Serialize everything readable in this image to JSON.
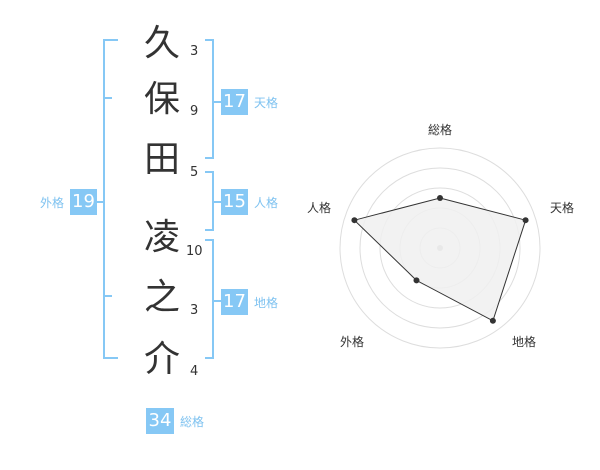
{
  "name": {
    "characters": [
      {
        "char": "久",
        "strokes": "3"
      },
      {
        "char": "保",
        "strokes": "9"
      },
      {
        "char": "田",
        "strokes": "5"
      },
      {
        "char": "凌",
        "strokes": "10"
      },
      {
        "char": "之",
        "strokes": "3"
      },
      {
        "char": "介",
        "strokes": "4"
      }
    ]
  },
  "fortunes": {
    "tenkaku": {
      "label": "天格",
      "value": "17"
    },
    "jinkaku": {
      "label": "人格",
      "value": "15"
    },
    "chikaku": {
      "label": "地格",
      "value": "17"
    },
    "gaikaku": {
      "label": "外格",
      "value": "19"
    },
    "soukaku": {
      "label": "総格",
      "value": "34"
    }
  },
  "radar": {
    "axes": [
      "総格",
      "天格",
      "地格",
      "外格",
      "人格"
    ],
    "levels": 5,
    "values": [
      0.5,
      0.9,
      0.9,
      0.4,
      0.9
    ],
    "colors": {
      "fill": "#f0f0f0",
      "line": "#333333",
      "grid": "#dddddd",
      "point": "#333333",
      "center": "#bbbbbb"
    }
  },
  "colors": {
    "accent": "#86c8f5",
    "bracket": "#86c8f5",
    "label": "#7ec2f0"
  }
}
